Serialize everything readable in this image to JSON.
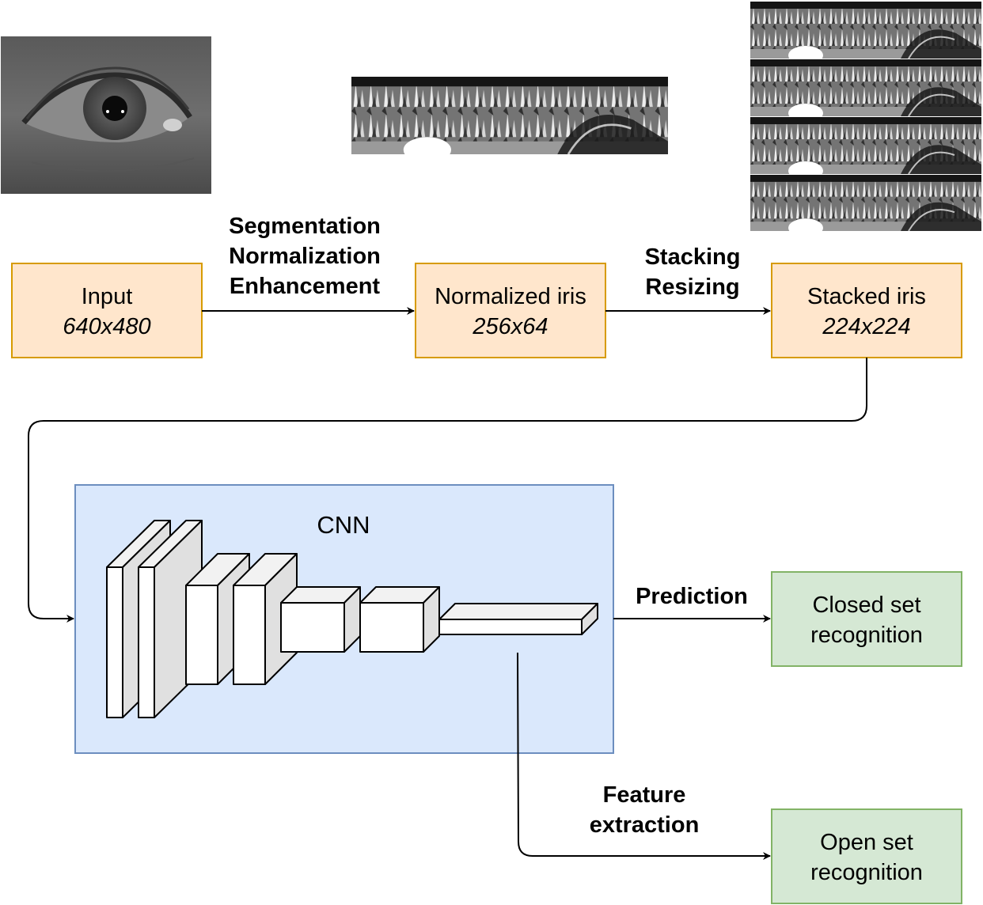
{
  "nodes": {
    "input": {
      "label": "Input",
      "sub": "640x480"
    },
    "normalized": {
      "label": "Normalized iris",
      "sub": "256x64"
    },
    "stacked": {
      "label": "Stacked iris",
      "sub": "224x224"
    },
    "cnn": {
      "label": "CNN"
    },
    "closed": {
      "line1": "Closed set",
      "line2": "recognition"
    },
    "open": {
      "line1": "Open set",
      "line2": "recognition"
    }
  },
  "edges": {
    "preprocess": {
      "line1": "Segmentation",
      "line2": "Normalization",
      "line3": "Enhancement"
    },
    "stacking": {
      "line1": "Stacking",
      "line2": "Resizing"
    },
    "prediction": {
      "label": "Prediction"
    },
    "feature": {
      "line1": "Feature",
      "line2": "extraction"
    }
  },
  "colors": {
    "orange_fill": "#ffe6cc",
    "orange_stroke": "#d79b00",
    "green_fill": "#d5e8d4",
    "green_stroke": "#82b366",
    "blue_fill": "#dae8fc",
    "blue_stroke": "#6c8ebf"
  }
}
